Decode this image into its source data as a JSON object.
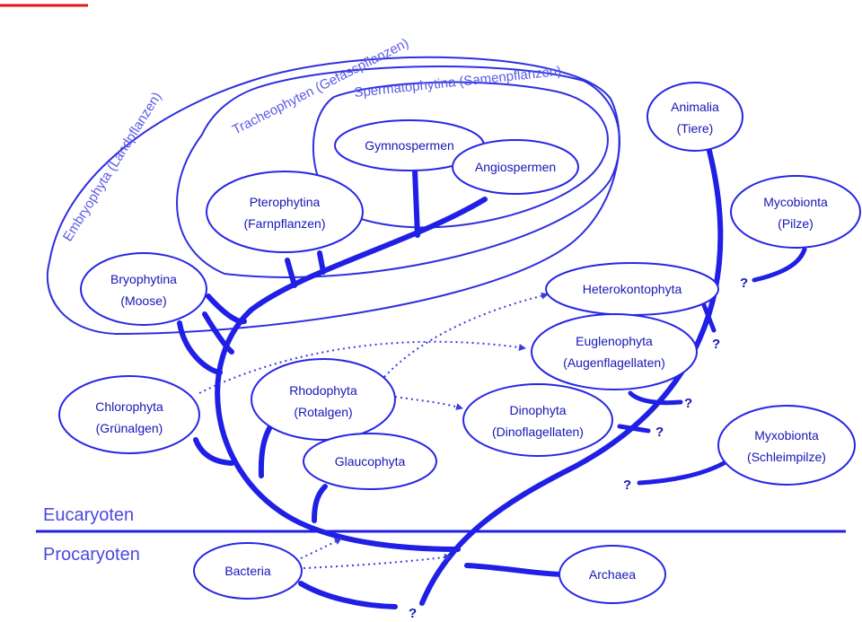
{
  "colors": {
    "primary": "#1f1fe6",
    "text": "#1616b8",
    "accent_bar": "#e01818"
  },
  "regions": {
    "upper": "Eucaryoten",
    "lower": "Procaryoten"
  },
  "groups": {
    "embryophyta": "Embryophyta (Landpflanzen)",
    "tracheophyten": "Tracheophyten (Gefässpflanzen)",
    "spermatophytina": "Spermatophytina (Samenpflanzen)"
  },
  "nodes": {
    "gymnospermen": [
      "Gymnospermen"
    ],
    "angiospermen": [
      "Angiospermen"
    ],
    "pterophytina": [
      "Pterophytina",
      "(Farnpflanzen)"
    ],
    "bryophytina": [
      "Bryophytina",
      "(Moose)"
    ],
    "chlorophyta": [
      "Chlorophyta",
      "(Grünalgen)"
    ],
    "rhodophyta": [
      "Rhodophyta",
      "(Rotalgen)"
    ],
    "glaucophyta": [
      "Glaucophyta"
    ],
    "heterokontophyta": [
      "Heterokontophyta"
    ],
    "euglenophyta": [
      "Euglenophyta",
      "(Augenflagellaten)"
    ],
    "dinophyta": [
      "Dinophyta",
      "(Dinoflagellaten)"
    ],
    "animalia": [
      "Animalia",
      "(Tiere)"
    ],
    "mycobionta": [
      "Mycobionta",
      "(Pilze)"
    ],
    "myxobionta": [
      "Myxobionta",
      "(Schleimpilze)"
    ],
    "bacteria": [
      "Bacteria"
    ],
    "archaea": [
      "Archaea"
    ]
  },
  "unknown_marker": "?"
}
